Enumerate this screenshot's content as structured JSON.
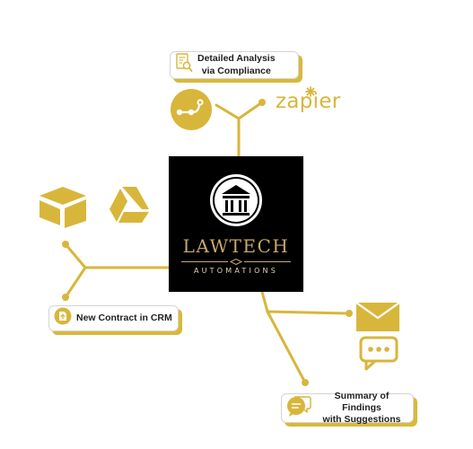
{
  "brand": {
    "name": "LAWTECH",
    "tagline": "AUTOMATIONS"
  },
  "nodes": {
    "analysis_label": "Detailed Analysis via Compliance",
    "analysis_line1": "Detailed Analysis",
    "analysis_line2": "via Compliance",
    "contract_label": "New Contract in CRM",
    "summary_line1": "Summary of Findings",
    "summary_line2": "with Suggestions"
  },
  "logos": {
    "zapier": "zapier",
    "make": "make-icon",
    "airtable": "airtable-icon",
    "google_drive": "google-drive-icon",
    "email": "envelope-icon",
    "chat": "chat-bubble-icon"
  },
  "colors": {
    "accent": "#d8b63b",
    "logo_bg": "#000000",
    "brand_gold": "#c9a96a",
    "shadow": "#d8b93a"
  }
}
